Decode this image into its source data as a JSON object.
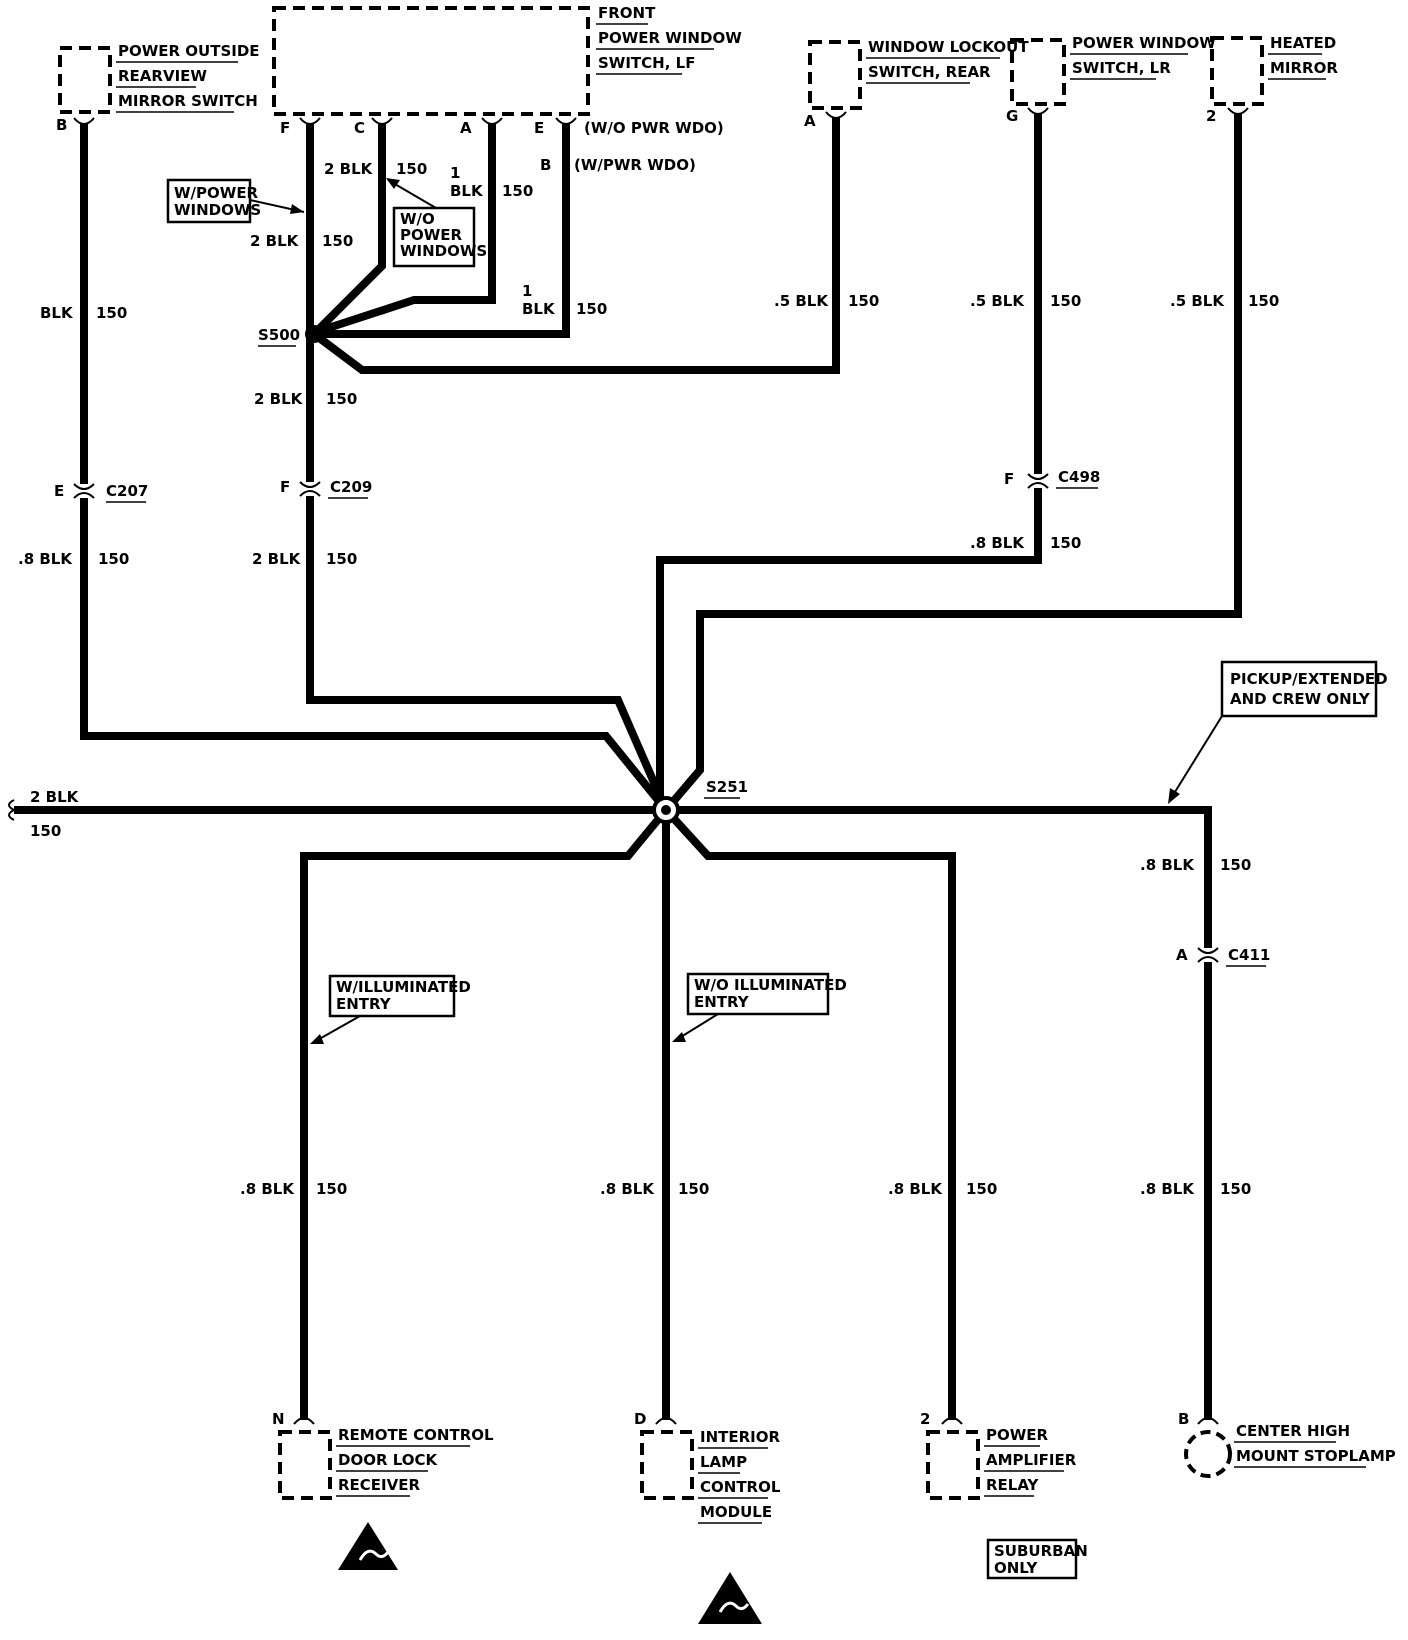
{
  "components": {
    "mirror_switch": [
      "POWER OUTSIDE",
      "REARVIEW",
      "MIRROR SWITCH"
    ],
    "pw_switch_lf": [
      "FRONT",
      "POWER WINDOW",
      "SWITCH, LF"
    ],
    "lockout": [
      "WINDOW LOCKOUT",
      "SWITCH, REAR"
    ],
    "pw_switch_lr": [
      "POWER WINDOW",
      "SWITCH, LR"
    ],
    "heated_mirror": [
      "HEATED",
      "MIRROR"
    ],
    "rcdl": [
      "REMOTE CONTROL",
      "DOOR LOCK",
      "RECEIVER"
    ],
    "ilcm": [
      "INTERIOR",
      "LAMP",
      "CONTROL",
      "MODULE"
    ],
    "amp_relay": [
      "POWER",
      "AMPLIFIER",
      "RELAY"
    ],
    "chmsl": [
      "CENTER HIGH",
      "MOUNT STOPLAMP"
    ]
  },
  "pins": {
    "mirror": "B",
    "lf_f": "F",
    "lf_c": "C",
    "lf_a": "A",
    "lf_e": "E",
    "lf_b": "B",
    "lockout": "A",
    "lr": "G",
    "heated": "2",
    "rcdl": "N",
    "ilcm": "D",
    "amp": "2",
    "chmsl": "B",
    "c207": "E",
    "c209": "F",
    "c498": "F",
    "c411": "A"
  },
  "connectors": {
    "c207": "C207",
    "c209": "C209",
    "c498": "C498",
    "c411": "C411"
  },
  "splices": {
    "s500": "S500",
    "s251": "S251"
  },
  "notes": {
    "wo_pwr_wdo": "(W/O PWR WDO)",
    "w_pwr_wdo": "(W/PWR WDO)",
    "w_power_windows": [
      "W/POWER",
      "WINDOWS"
    ],
    "wo_power_windows": [
      "W/O",
      "POWER",
      "WINDOWS"
    ],
    "pickup": [
      "PICKUP/EXTENDED",
      "AND CREW ONLY"
    ],
    "w_illum": [
      "W/ILLUMINATED",
      "ENTRY"
    ],
    "wo_illum": [
      "W/O ILLUMINATED",
      "ENTRY"
    ],
    "suburban": [
      "SUBURBAN",
      "ONLY"
    ]
  },
  "wires": {
    "mirror_top": [
      "BLK",
      "150"
    ],
    "mirror_bot": [
      ".8 BLK",
      "150"
    ],
    "lf_f_top": [
      "2 BLK",
      "150"
    ],
    "lf_f_mid": [
      "2 BLK",
      "150"
    ],
    "c_wire": "150",
    "a_wire": [
      "1",
      "BLK",
      "150"
    ],
    "e_wire": [
      "1",
      "BLK",
      "150"
    ],
    "s500_down": [
      "2 BLK",
      "150"
    ],
    "c209_down": [
      "2 BLK",
      "150"
    ],
    "lockout": [
      ".5 BLK",
      "150"
    ],
    "lr_top": [
      ".5 BLK",
      "150"
    ],
    "lr_bot": [
      ".8 BLK",
      "150"
    ],
    "heated": [
      ".5 BLK",
      "150"
    ],
    "ground": [
      "2 BLK",
      "150"
    ],
    "pickup_down": [
      ".8 BLK",
      "150"
    ],
    "rcdl": [
      ".8 BLK",
      "150"
    ],
    "ilcm": [
      ".8 BLK",
      "150"
    ],
    "amp": [
      ".8 BLK",
      "150"
    ],
    "chmsl": [
      ".8 BLK",
      "150"
    ]
  }
}
